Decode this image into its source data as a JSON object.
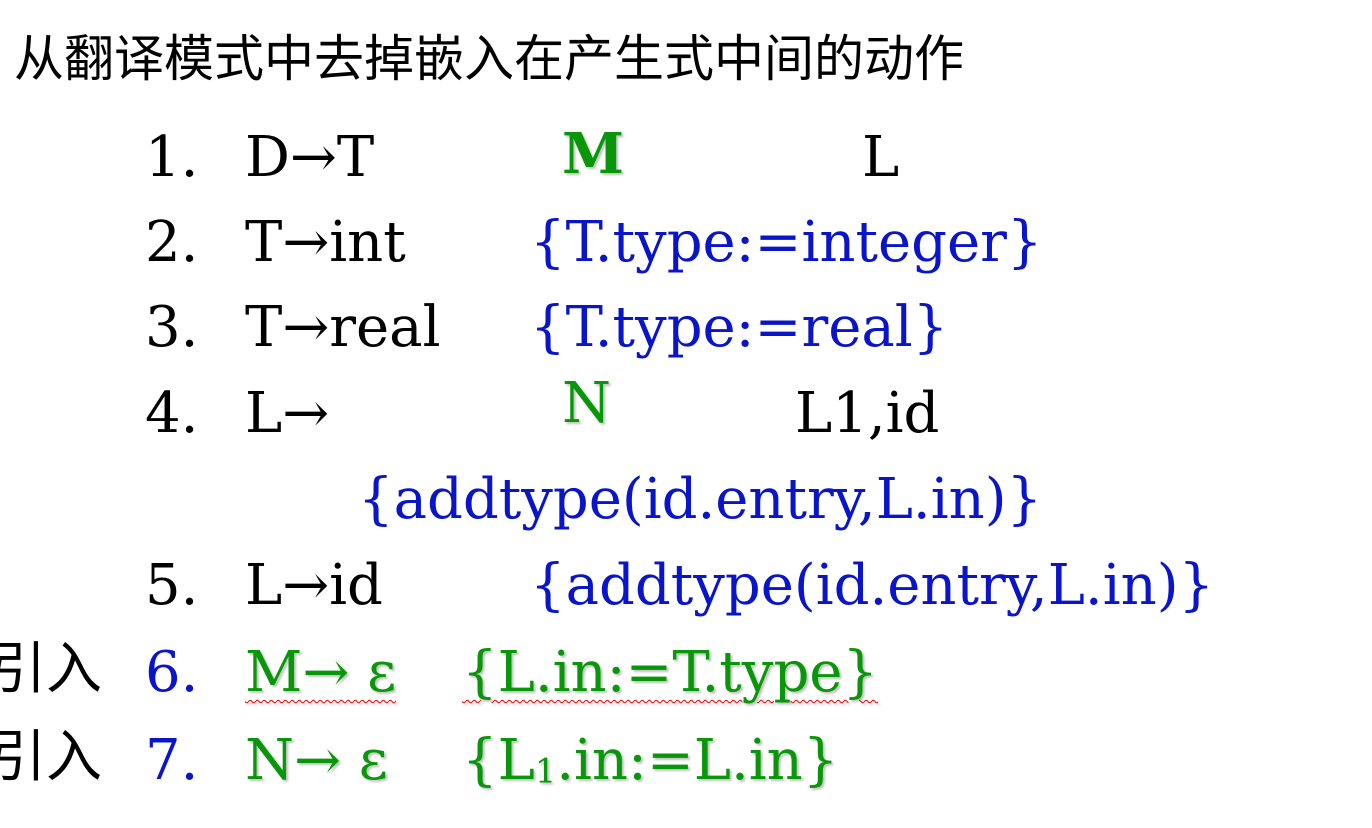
{
  "title": "从翻译模式中去掉嵌入在产生式中间的动作",
  "rules": [
    {
      "num": "1.",
      "lhs": "D→T",
      "marker": "M",
      "rest": "L"
    },
    {
      "num": "2.",
      "lhs": "T→int",
      "action": "{T.type:=integer}"
    },
    {
      "num": "3.",
      "lhs": "T→real",
      "action": "{T.type:=real}"
    },
    {
      "num": "4.",
      "lhs": "L→",
      "marker": "N",
      "rest": "L1,id",
      "action": "{addtype(id.entry,L.in)}"
    },
    {
      "num": "5.",
      "lhs": "L→id",
      "action": "{addtype(id.entry,L.in)}"
    }
  ],
  "introduced": [
    {
      "prefix": "引入",
      "num": "6.",
      "lhs": "M→ ε",
      "action": "{L.in:=T.type}"
    },
    {
      "prefix": "引入",
      "num": "7.",
      "lhs": "N→ ε",
      "action_pre": "{L",
      "action_sub": "1",
      "action_post": ".in:=L.in}"
    }
  ],
  "colors": {
    "black": "#000000",
    "blue": "#0a14c8",
    "green": "#0a960a"
  }
}
